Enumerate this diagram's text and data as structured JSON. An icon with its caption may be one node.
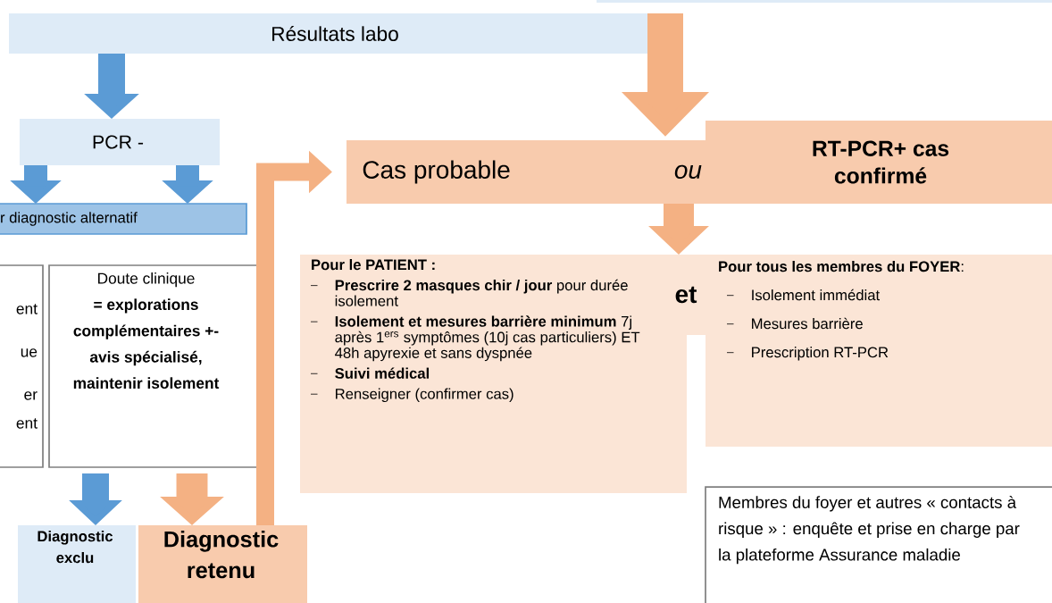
{
  "diagram": {
    "nodes": [
      {
        "text": [
          "Résultats labo"
        ]
      },
      {
        "text": [
          "PCR -"
        ]
      },
      {
        "text": [
          "r diagnostic alternatif"
        ]
      },
      {
        "text": [
          "ent",
          "ue",
          "er ent"
        ]
      },
      {
        "text": [
          "Doute clinique",
          "= explorations complémentaires +- avis spécialisé, maintenir isolement"
        ]
      },
      {
        "text": [
          "Diagnostic exclu"
        ]
      },
      {
        "text": [
          "Diagnostic retenu"
        ]
      },
      {
        "text": [
          "Cas probable",
          "ou"
        ]
      },
      {
        "text": [
          "RT-PCR+ cas confirmé"
        ]
      },
      {
        "text": [
          "Pour le PATIENT :",
          "**Prescrire 2 masques chir / jour** pour durée isolement",
          "**Isolement et mesures barrière minimum** 7j après 1$^{ers}$ symptômes (10j cas particuliers) ET 48h apyrexie et sans dyspnée",
          "Suivi médical",
          "Renseigner (confirmer cas)"
        ]
      },
      {
        "text": [
          "**Pour tous les membres du FOYER**:",
          "Isolement immédiat",
          "Mesures barrière",
          "Prescription RT-PCR"
        ]
      },
      {
        "text": [
          "Membres du foyer et autres « contacts à risque » : enquête et prise en charge par la plateforme Assurance maladie"
        ]
      }
    ],
    "edges": [
      {
        "from": 0,
        "to": 1,
        "arrow": "to",
        "color": "#5b9bd5"
      },
      {
        "from": 1,
        "to": 2,
        "arrow": "to",
        "color": "#5b9bd5"
      },
      {
        "from": 1,
        "to": 2,
        "arrow": "to",
        "color": "#5b9bd5"
      },
      {
        "from": 4,
        "to": 5,
        "arrow": "to",
        "color": "#5b9bd5"
      },
      {
        "from": 4,
        "to": 6,
        "arrow": "to",
        "color": "#f4b183"
      },
      {
        "from": 6,
        "to": 7,
        "arrow": "to",
        "color": "#f4b183"
      },
      {
        "from": 0,
        "to": 7,
        "arrow": "to",
        "color": "#f4b183"
      },
      {
        "from": 7,
        "to": 9,
        "arrow": "to",
        "color": "#f4b183"
      },
      {
        "from": 7,
        "to": 10,
        "arrow": "to",
        "color": "#f4b183"
      }
    ],
    "labels": [
      "et"
    ]
  }
}
